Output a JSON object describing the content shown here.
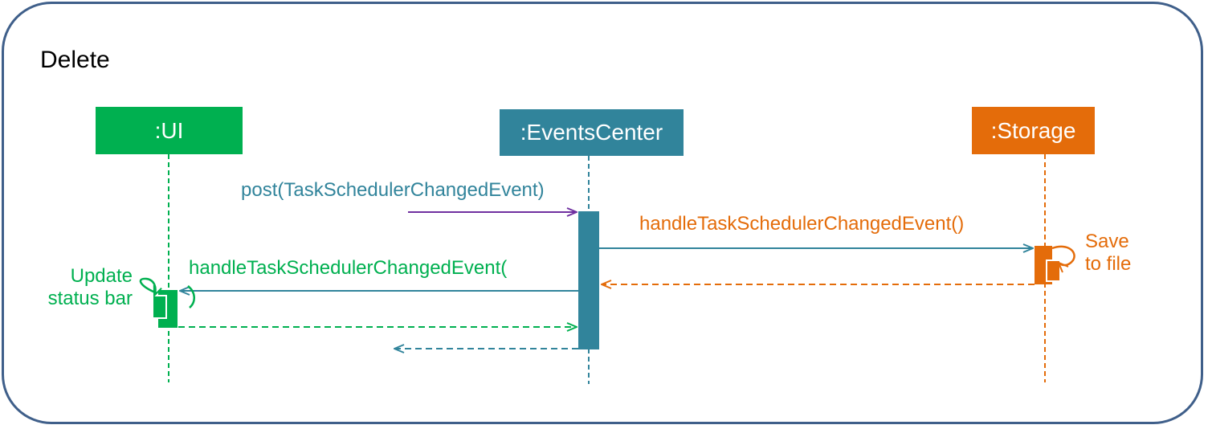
{
  "title": "Delete",
  "lifelines": {
    "ui": ":UI",
    "events_center": ":EventsCenter",
    "storage": ":Storage"
  },
  "messages": {
    "post": "post(TaskSchedulerChangedEvent)",
    "handle_storage": "handleTaskSchedulerChangedEvent()",
    "handle_ui": "handleTaskSchedulerChangedEvent("
  },
  "notes": {
    "ui_self_line1": "Update",
    "ui_self_line2": "status bar",
    "storage_self_line1": "Save",
    "storage_self_line2": "to file"
  },
  "colors": {
    "frame": "#3f5f8a",
    "ui": "#00b050",
    "events_center": "#31849b",
    "storage": "#e46c0a",
    "post_arrow": "#7030a0"
  }
}
